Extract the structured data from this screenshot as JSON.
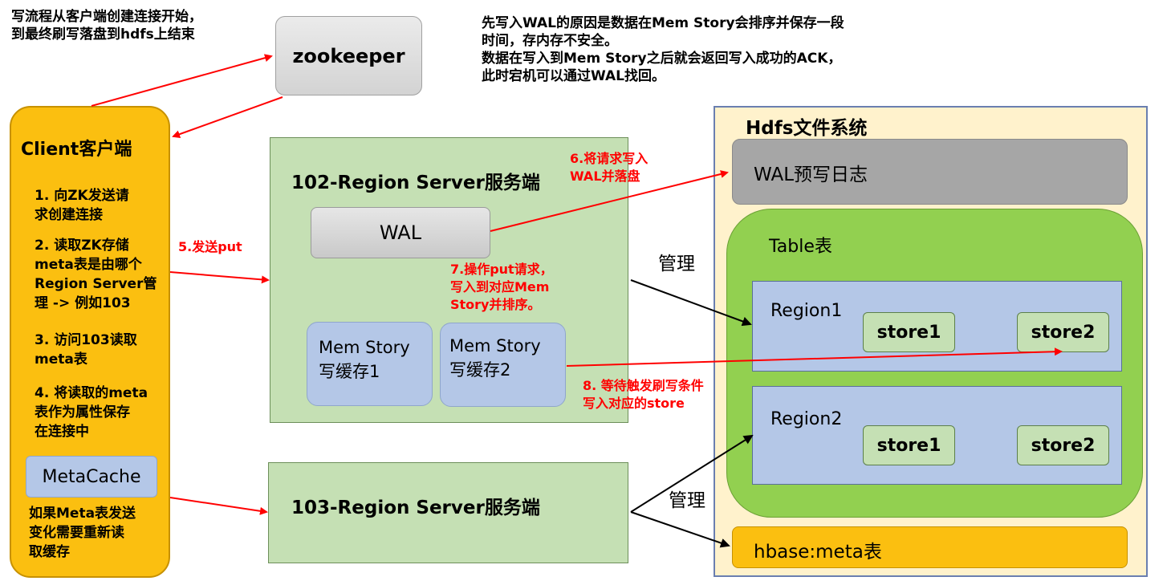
{
  "top_left_note": "写流程从客户端创建连接开始，\n到最终刷写落盘到hdfs上结束",
  "top_right_note": "先写入WAL的原因是数据在Mem Story会排序并保存一段\n时间，存内存不安全。\n数据在写入到Mem Story之后就会返回写入成功的ACK，\n此时宕机可以通过WAL找回。",
  "zookeeper": "zookeeper",
  "client": {
    "title": "Client客户端",
    "steps": [
      "1. 向ZK发送请\n求创建连接",
      "2. 读取ZK存储\nmeta表是由哪个\nRegion Server管\n理 -> 例如103",
      "3. 访问103读取\nmeta表",
      "4. 将读取的meta\n表作为属性保存\n在连接中"
    ],
    "metacache": "MetaCache",
    "footer": "如果Meta表发送\n变化需要重新读\n取缓存"
  },
  "rs102": {
    "title": "102-Region Server服务端",
    "wal": "WAL",
    "mem1": "Mem Story\n写缓存1",
    "mem2": "Mem Story\n写缓存2"
  },
  "rs103": {
    "title": "103-Region Server服务端"
  },
  "labels": {
    "step5": "5.发送put",
    "step6": "6.将请求写入\nWAL并落盘",
    "step7": "7.操作put请求，\n写入到对应Mem\nStory并排序。",
    "step8": "8. 等待触发刷写条件\n写入对应的store",
    "manage1": "管理",
    "manage2": "管理"
  },
  "hdfs": {
    "title": "Hdfs文件系统",
    "wal_log": "WAL预写日志",
    "table": "Table表",
    "region1": {
      "title": "Region1",
      "store1": "store1",
      "store2": "store2"
    },
    "region2": {
      "title": "Region2",
      "store1": "store1",
      "store2": "store2"
    },
    "meta": "hbase:meta表"
  },
  "colors": {
    "client_bg": "#fbbf10",
    "server_bg": "#c5e0b4",
    "hdfs_bg": "#fff2cc",
    "table_bg": "#92d050",
    "region_bg": "#b4c7e7",
    "wal_gray": "#a6a6a6",
    "arrow_red": "#ff0000"
  }
}
